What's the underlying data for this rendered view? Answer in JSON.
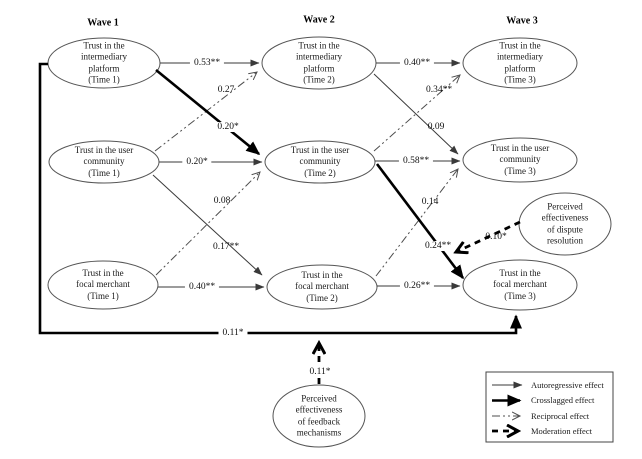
{
  "waves": {
    "w1": "Wave 1",
    "w2": "Wave 2",
    "w3": "Wave 3"
  },
  "nodes": {
    "platform_t1": "Trust in the\nintermediary\nplatform\n(Time 1)",
    "platform_t2": "Trust in the\nintermediary\nplatform\n(Time 2)",
    "platform_t3": "Trust in the\nintermediary\nplatform\n(Time 3)",
    "community_t1": "Trust in the user\ncommunity\n(Time 1)",
    "community_t2": "Trust in the user\ncommunity\n(Time 2)",
    "community_t3": "Trust in the user\ncommunity\n(Time 3)",
    "merchant_t1": "Trust in the\nfocal merchant\n(Time 1)",
    "merchant_t2": "Trust in the\nfocal merchant\n(Time 2)",
    "merchant_t3": "Trust in the\nfocal merchant\n(Time 3)",
    "dispute_resolution": "Perceived\neffectiveness\nof dispute\nresolution",
    "feedback_mechanisms": "Perceived\neffectiveness\nof feedback\nmechanisms"
  },
  "coefficients": {
    "auto_platform_12": "0.53**",
    "auto_platform_23": "0.40**",
    "auto_community_12": "0.20*",
    "auto_community_23": "0.58**",
    "auto_merchant_12": "0.40**",
    "auto_merchant_23": "0.26**",
    "cross_platform_community_12": "0.20*",
    "cross_community_merchant_12": "0.17**",
    "cross_platform_community_23": "0.09",
    "cross_community_merchant_23": "0.24**",
    "cross_platform_merchant_13": "0.11*",
    "recip_community_platform_12": "0.27",
    "recip_merchant_community_12": "0.08",
    "recip_community_platform_23": "0.34**",
    "recip_merchant_community_23": "0.14",
    "mod_dispute_resolution": "0.10*",
    "mod_feedback_mechanisms": "0.11*"
  },
  "legend": {
    "autoregressive": "Autoregressive effect",
    "crosslagged": "Crosslagged effect",
    "reciprocal": "Reciprocal effect",
    "moderation": "Moderation effect"
  }
}
